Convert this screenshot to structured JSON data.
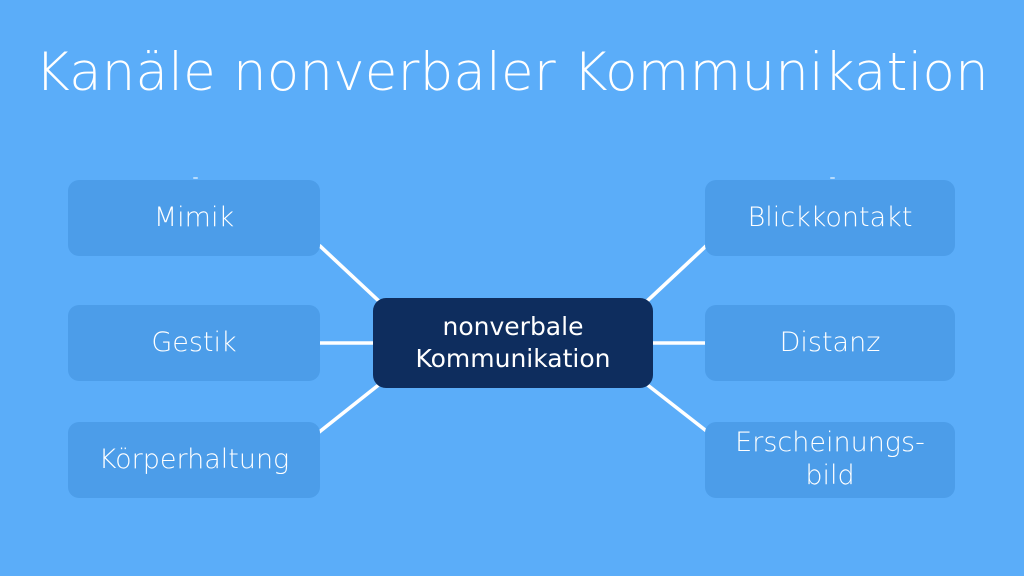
{
  "slide": {
    "title": "Kanäle nonverbaler Kommunikation",
    "background_color": "#5badf9",
    "node_color": "#4c9de9",
    "center_node_color": "#0e2d5e",
    "connector_color": "#ffffff",
    "text_color": "#ffffff"
  },
  "center": {
    "label": "nonverbale\nKommunikation",
    "line1": "nonverbale",
    "line2": "Kommunikation"
  },
  "nodes": [
    {
      "id": "mimik",
      "label": "Mimik",
      "side": "left",
      "row": "top"
    },
    {
      "id": "gestik",
      "label": "Gestik",
      "side": "left",
      "row": "middle"
    },
    {
      "id": "koerperhaltung",
      "label": "Körperhaltung",
      "side": "left",
      "row": "bottom"
    },
    {
      "id": "blickkontakt",
      "label": "Blickkontakt",
      "side": "right",
      "row": "top"
    },
    {
      "id": "distanz",
      "label": "Distanz",
      "side": "right",
      "row": "middle"
    },
    {
      "id": "erscheinungsbild",
      "label": "Erscheinungs-\nbild",
      "side": "right",
      "row": "bottom"
    }
  ],
  "connectors": [
    {
      "from": "mimik",
      "to": "center",
      "type": "diagonal"
    },
    {
      "from": "gestik",
      "to": "center",
      "type": "horizontal"
    },
    {
      "from": "koerperhaltung",
      "to": "center",
      "type": "diagonal"
    },
    {
      "from": "center",
      "to": "blickkontakt",
      "type": "diagonal"
    },
    {
      "from": "center",
      "to": "distanz",
      "type": "horizontal"
    },
    {
      "from": "center",
      "to": "erscheinungsbild",
      "type": "diagonal"
    }
  ]
}
